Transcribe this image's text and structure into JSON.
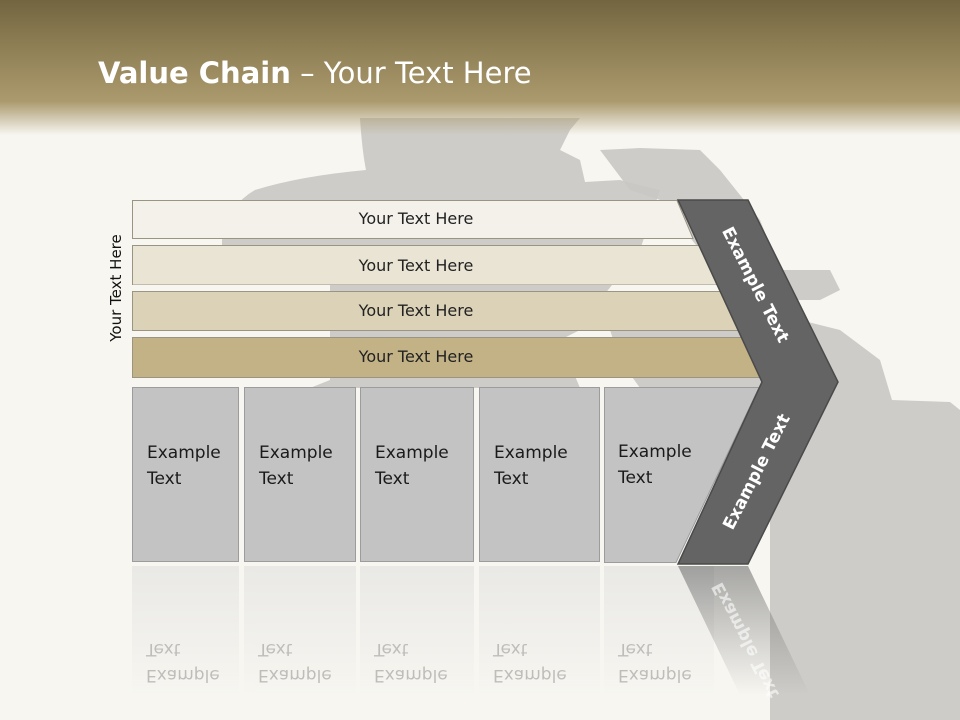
{
  "slide": {
    "title_bold": "Value Chain",
    "title_rest": " – Your Text Here",
    "vertical_label": "Your Text Here"
  },
  "rows": [
    {
      "label": "Your Text Here",
      "fill": "#f3f1ea"
    },
    {
      "label": "Your Text Here",
      "fill": "#e9e4d4"
    },
    {
      "label": "Your Text Here",
      "fill": "#dcd2b7"
    },
    {
      "label": "Your Text Here",
      "fill": "#c2b286"
    }
  ],
  "columns": [
    {
      "line1": "Example",
      "line2": "Text"
    },
    {
      "line1": "Example",
      "line2": "Text"
    },
    {
      "line1": "Example",
      "line2": "Text"
    },
    {
      "line1": "Example",
      "line2": "Text"
    },
    {
      "line1": "Example",
      "line2": "Text"
    }
  ],
  "chevron": {
    "upper_text": "Example Text",
    "lower_text": "Example Text",
    "fill": "#646464"
  },
  "colors": {
    "header": "#8f7f55",
    "background": "#f7f6f1",
    "column_fill": "#c3c3c3"
  }
}
